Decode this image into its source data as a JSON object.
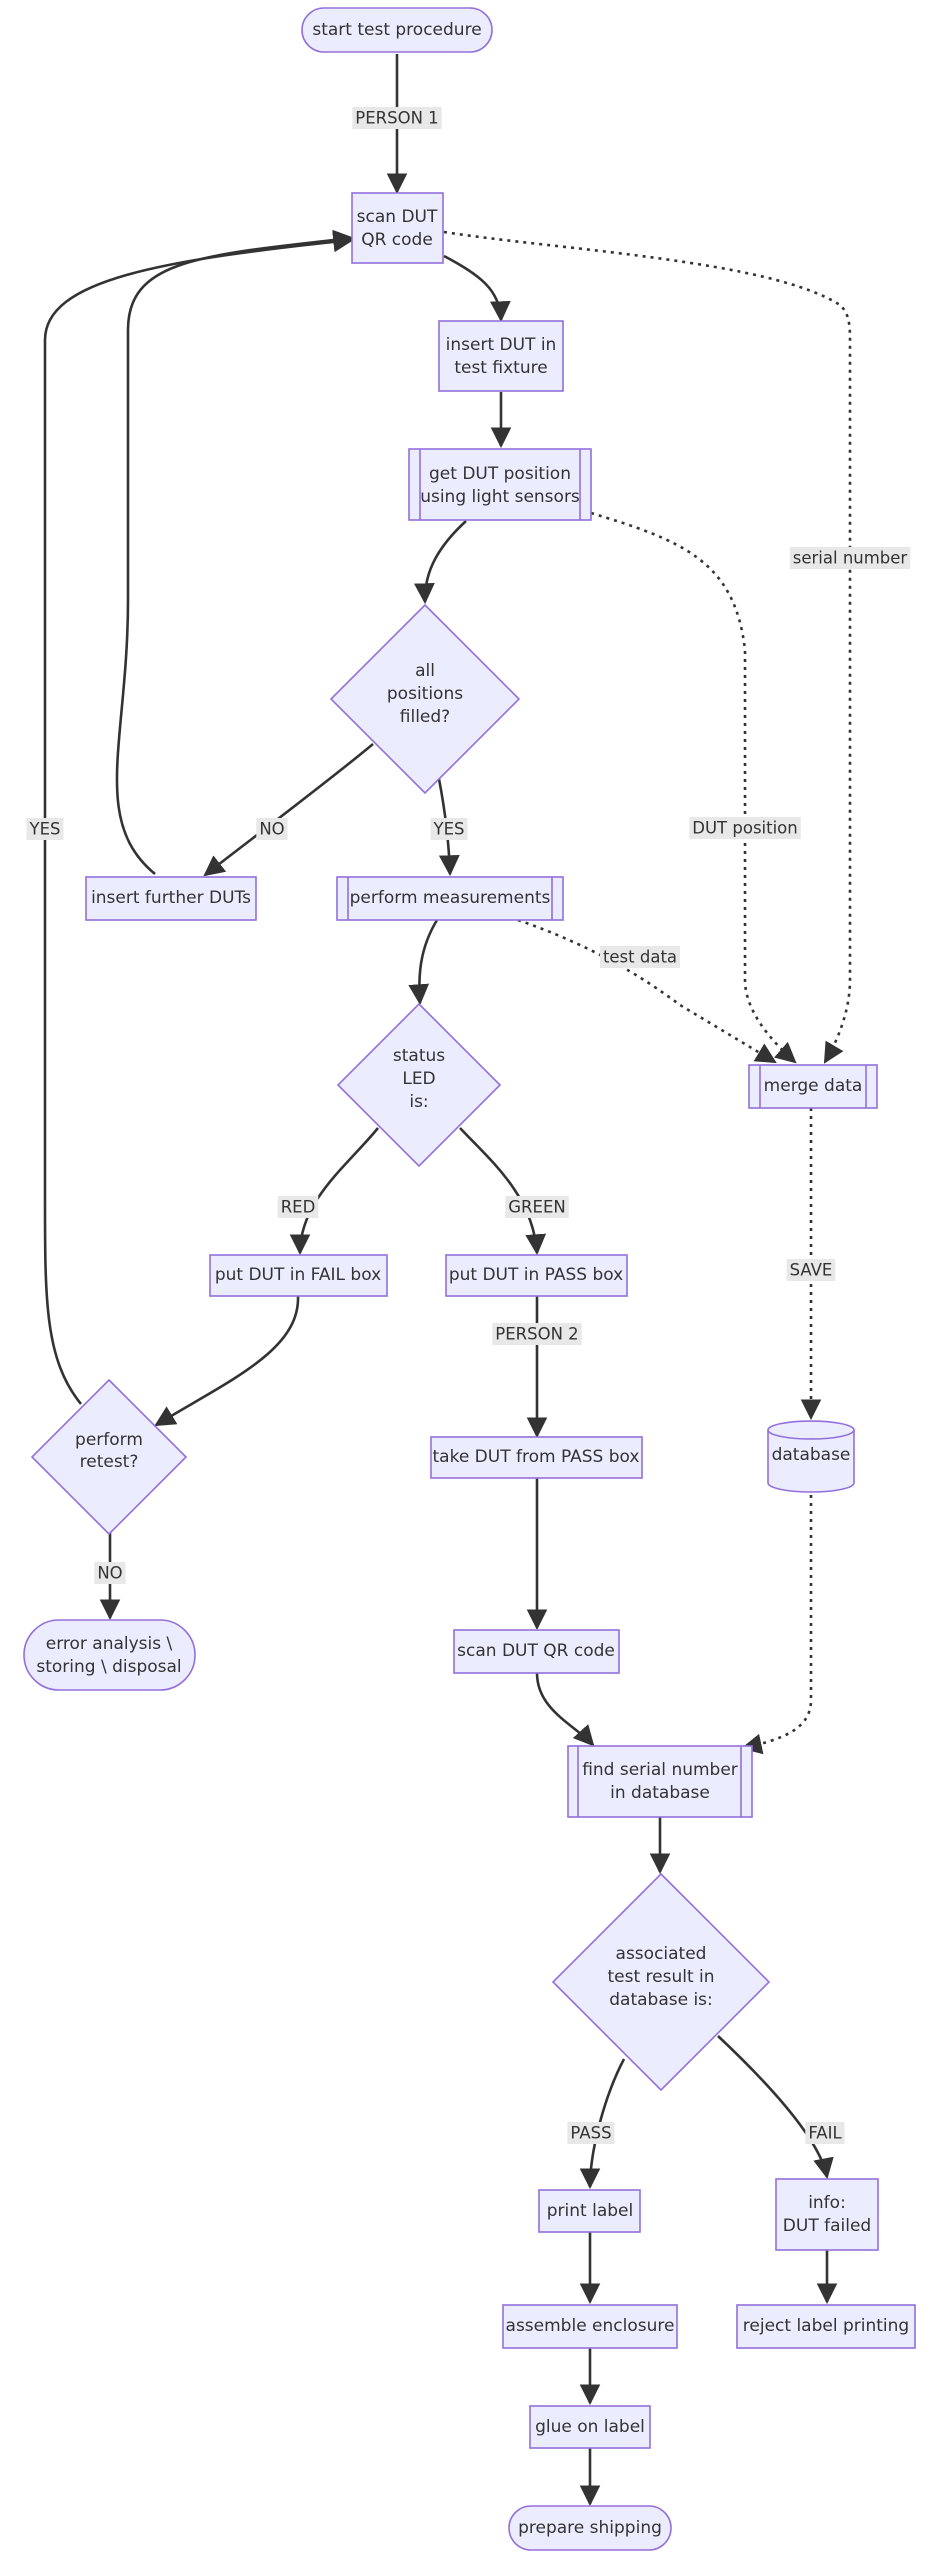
{
  "nodes": {
    "start": "start test procedure",
    "scan_qr": [
      "scan DUT",
      "QR code"
    ],
    "insert_fixture": [
      "insert DUT in",
      "test fixture"
    ],
    "get_position": [
      "get DUT position",
      "using light sensors"
    ],
    "all_filled": [
      "all",
      "positions",
      "filled?"
    ],
    "insert_further": "insert further DUTs",
    "perform_measurements": "perform measurements",
    "merge_data": "merge data",
    "status_led": [
      "status",
      "LED",
      "is:"
    ],
    "fail_box": "put DUT in FAIL box",
    "pass_box": "put DUT in PASS box",
    "retest": [
      "perform",
      "retest?"
    ],
    "take_dut": "take DUT from PASS box",
    "database": "database",
    "error_analysis": [
      "error analysis \\",
      "storing \\ disposal"
    ],
    "scan_qr2": "scan DUT QR code",
    "find_serial": [
      "find serial number",
      "in database"
    ],
    "assoc_result": [
      "associated",
      "test result in",
      "database is:"
    ],
    "print_label": "print label",
    "info_failed": [
      "info:",
      "DUT failed"
    ],
    "assemble": "assemble enclosure",
    "reject": "reject label printing",
    "glue": "glue on label",
    "prepare": "prepare shipping"
  },
  "edge_labels": {
    "person1": "PERSON 1",
    "serial_number": "serial number",
    "dut_position": "DUT position",
    "test_data": "test data",
    "no_further": "NO",
    "yes_filled": "YES",
    "yes_retest": "YES",
    "red": "RED",
    "green": "GREEN",
    "save": "SAVE",
    "person2": "PERSON 2",
    "no_retest": "NO",
    "pass": "PASS",
    "fail": "FAIL"
  },
  "colors": {
    "node_fill": "#ECECFF",
    "node_stroke": "#9370DB",
    "edge": "#333333",
    "label_bg": "#e8e8e8",
    "text": "#333333"
  }
}
